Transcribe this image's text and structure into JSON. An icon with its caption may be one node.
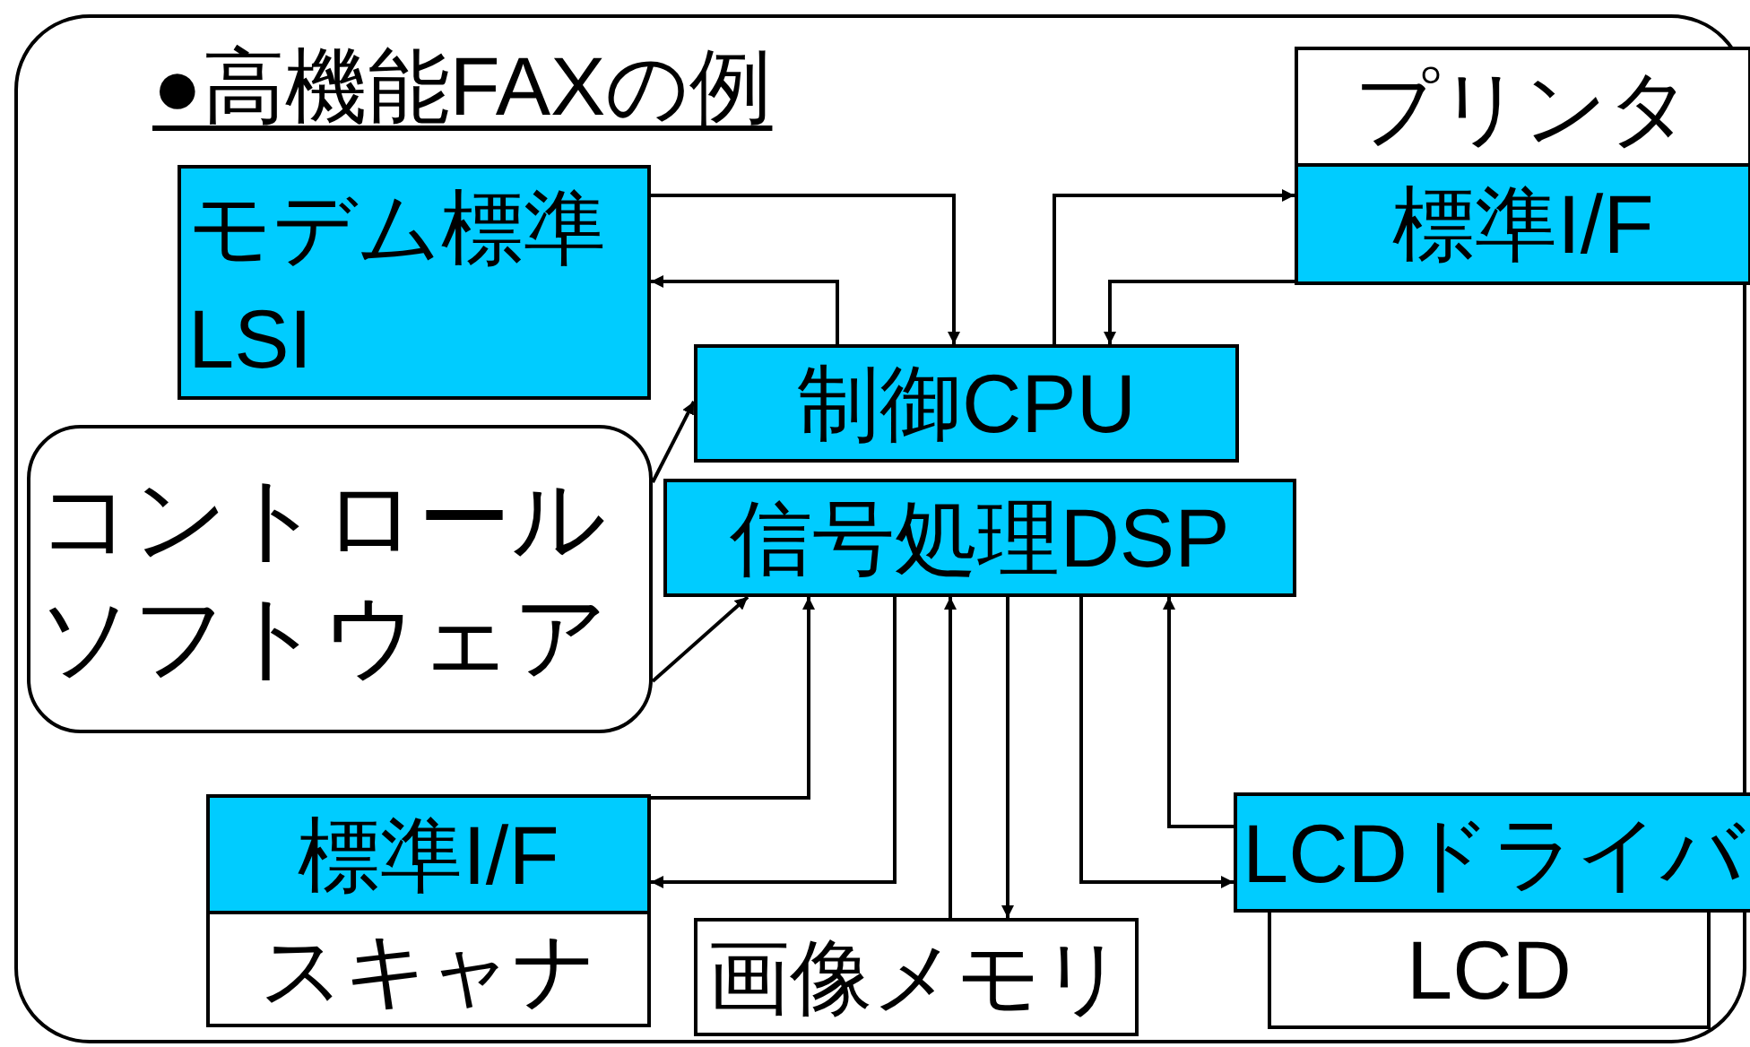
{
  "diagram": {
    "nodes": [
      {
        "text": [
          "●高機能FAXの例"
        ]
      },
      {
        "text": [
          "モデム標準 LSI"
        ],
        "in": 0
      },
      {
        "text": [
          "プリンタ"
        ],
        "in": 0
      },
      {
        "text": [
          "標準I/F"
        ],
        "in": 0
      },
      {
        "text": [
          "制御CPU"
        ],
        "in": 0
      },
      {
        "text": [
          "信号処理DSP"
        ],
        "in": 0
      },
      {
        "text": [
          "コントロールソフトウェア"
        ],
        "in": 0
      },
      {
        "text": [
          "標準I/F"
        ],
        "in": 0
      },
      {
        "text": [
          "スキャナ"
        ],
        "in": 0
      },
      {
        "text": [
          "画像メモリ"
        ],
        "in": 0
      },
      {
        "text": [
          "LCDドライバ"
        ],
        "in": 0
      },
      {
        "text": [
          "LCD"
        ],
        "in": 0
      }
    ],
    "edges": [
      {
        "from": 1,
        "to": 4,
        "arrow": "to"
      },
      {
        "from": 4,
        "to": 1,
        "arrow": "to"
      },
      {
        "from": 4,
        "to": 3,
        "arrow": "to"
      },
      {
        "from": 3,
        "to": 4,
        "arrow": "to"
      },
      {
        "from": 6,
        "to": 4,
        "arrow": "to"
      },
      {
        "from": 6,
        "to": 5,
        "arrow": "to"
      },
      {
        "from": 7,
        "to": 5,
        "arrow": "to"
      },
      {
        "from": 5,
        "to": 7,
        "arrow": "to"
      },
      {
        "from": 9,
        "to": 5,
        "arrow": "to"
      },
      {
        "from": 5,
        "to": 9,
        "arrow": "to"
      },
      {
        "from": 5,
        "to": 10,
        "arrow": "to"
      },
      {
        "from": 10,
        "to": 5,
        "arrow": "to"
      }
    ]
  }
}
